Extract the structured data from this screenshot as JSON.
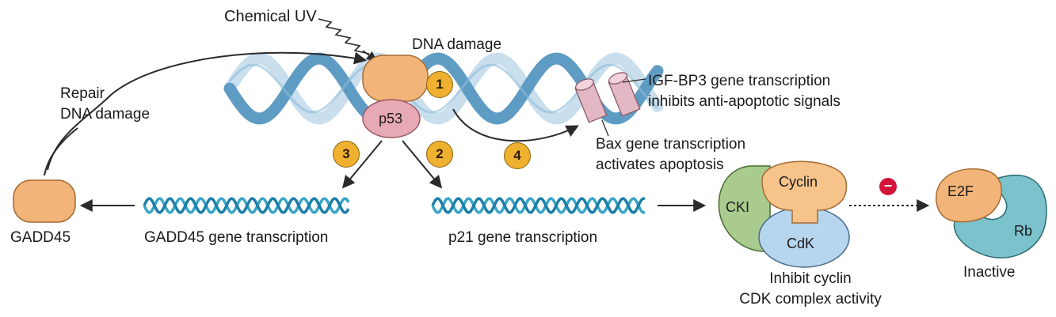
{
  "labels": {
    "chemical_uv": "Chemical UV",
    "dna_damage": "DNA damage",
    "repair_line1": "Repair",
    "repair_line2": "DNA damage",
    "igf_line1": "IGF-BP3 gene transcription",
    "igf_line2": "inhibits anti-apoptotic signals",
    "bax_line1": "Bax gene transcription",
    "bax_line2": "activates apoptosis",
    "gadd45": "GADD45",
    "gadd45_transcription": "GADD45 gene transcription",
    "p21_transcription": "p21 gene transcription",
    "inhibit_line1": "Inhibit cyclin",
    "inhibit_line2": "CDK complex activity",
    "inactive": "Inactive"
  },
  "proteins": {
    "p53": "p53",
    "cyclin": "Cyclin",
    "cki": "CKI",
    "cdk": "CdK",
    "e2f": "E2F",
    "rb": "Rb"
  },
  "steps": [
    "1",
    "2",
    "3",
    "4"
  ],
  "inhibition_symbol": "−",
  "colors": {
    "dna_blue": "#5f9cc4",
    "dna_light": "#c9dfee",
    "orange_protein": "#f2b478",
    "pink_protein": "#e7a9b4",
    "green_cki": "#a9cc8e",
    "blue_cdk": "#b6d6ef",
    "teal_rb": "#7cc2cc",
    "badge": "#f0b030",
    "inhibit_red": "#d2143a"
  }
}
